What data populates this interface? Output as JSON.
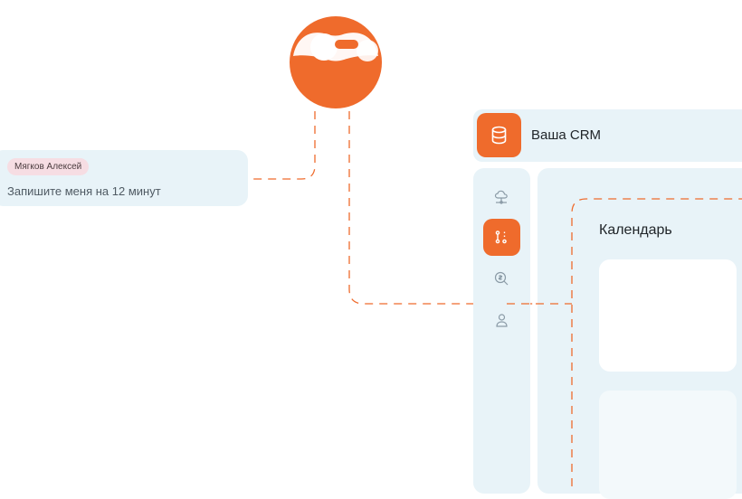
{
  "message": {
    "sender": "Мягков Алексей",
    "text": "Запишите меня на 12 минут"
  },
  "crm": {
    "title": "Ваша CRM",
    "section_title": "Календарь",
    "sidebar_items": [
      {
        "icon": "cloud-network-icon",
        "active": false
      },
      {
        "icon": "flow-icon",
        "active": true
      },
      {
        "icon": "search-icon",
        "active": false
      },
      {
        "icon": "user-icon",
        "active": false
      }
    ]
  },
  "colors": {
    "accent": "#ef6b2c",
    "panel": "#e8f3f8",
    "badge": "#f6dde3",
    "connector": "#ef6b2c"
  }
}
